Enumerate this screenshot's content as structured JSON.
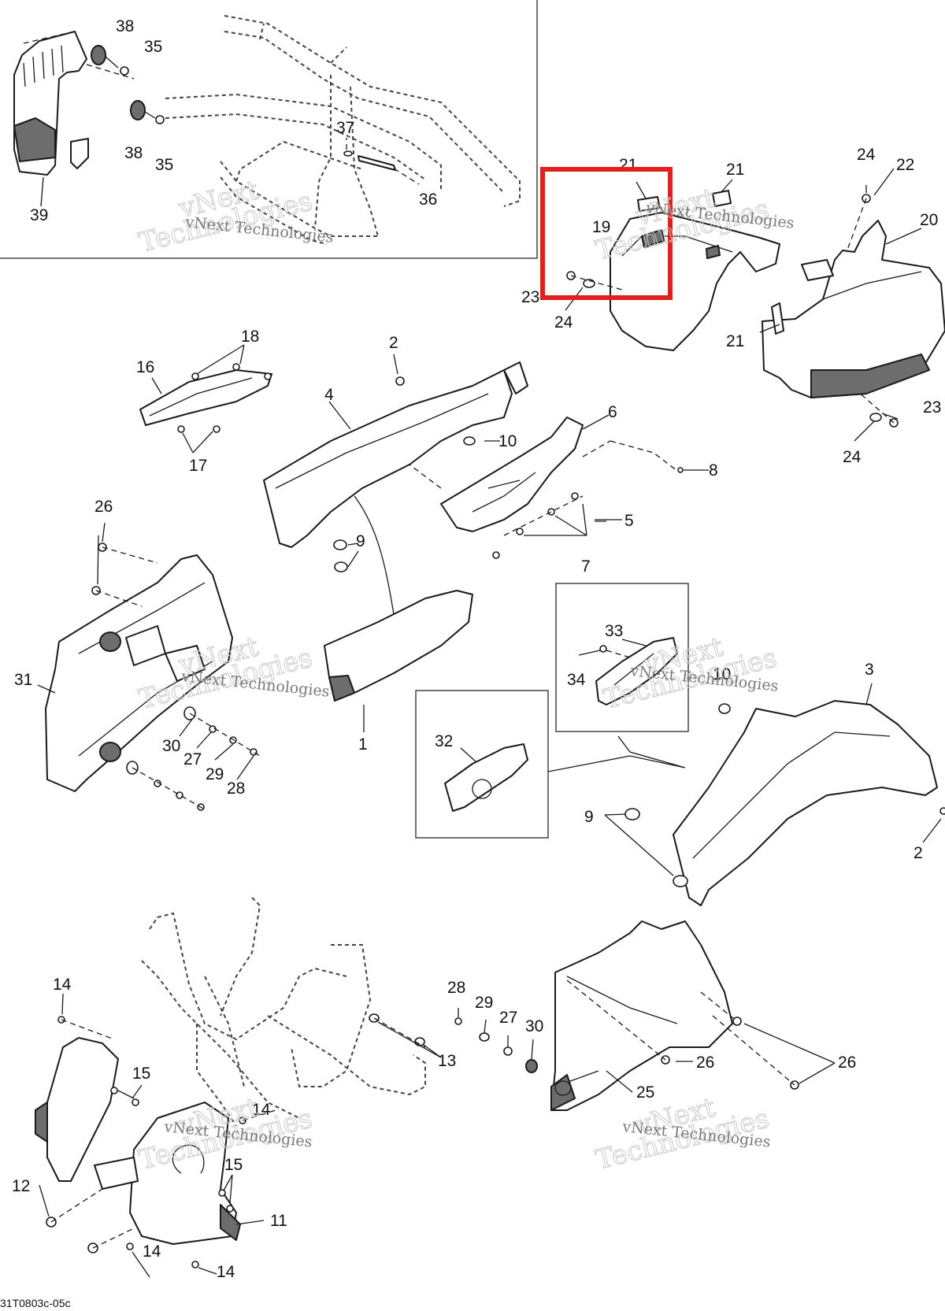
{
  "watermark": {
    "line1": "vNext",
    "line2": "Technologies",
    "full": "vNext Technologies"
  },
  "reference_code": "31T0803c-05c",
  "highlight_color": "#e0201e",
  "callouts": {
    "c1": "1",
    "c2a": "2",
    "c2b": "2",
    "c3": "3",
    "c4": "4",
    "c5": "5",
    "c6": "6",
    "c7": "7",
    "c8": "8",
    "c9a": "9",
    "c9b": "9",
    "c10a": "10",
    "c10b": "10",
    "c11": "11",
    "c12": "12",
    "c13": "13",
    "c14a": "14",
    "c14b": "14",
    "c14c": "14",
    "c14d": "14",
    "c15a": "15",
    "c15b": "15",
    "c16": "16",
    "c17": "17",
    "c18": "18",
    "c19": "19",
    "c20": "20",
    "c21a": "21",
    "c21b": "21",
    "c21c": "21",
    "c22": "22",
    "c23a": "23",
    "c23b": "23",
    "c24a": "24",
    "c24b": "24",
    "c24c": "24",
    "c25": "25",
    "c26a": "26",
    "c26b": "26",
    "c26c": "26",
    "c27a": "27",
    "c27b": "27",
    "c28a": "28",
    "c28b": "28",
    "c29a": "29",
    "c29b": "29",
    "c30a": "30",
    "c30b": "30",
    "c31": "31",
    "c32": "32",
    "c33": "33",
    "c34": "34",
    "c35a": "35",
    "c35b": "35",
    "c36": "36",
    "c37": "37",
    "c38a": "38",
    "c38b": "38",
    "c39": "39"
  }
}
